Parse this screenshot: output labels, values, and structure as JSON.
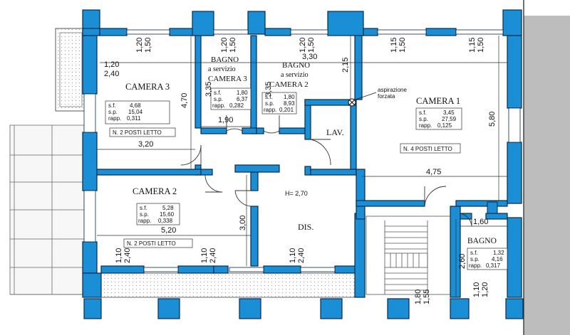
{
  "colors": {
    "wall": "#1a8fd6",
    "wall_stroke": "#0b2a4a",
    "neighbour": "#bdbdbd",
    "hatch": "#c8c8c8"
  },
  "rooms": {
    "camera3": {
      "name": "CAMERA 3",
      "sf_label": "s.f.",
      "sf": "4,68",
      "sp_label": "s.p.",
      "sp": "15,04",
      "rapp_label": "rapp.",
      "rapp": "0,311",
      "beds": "N. 2 POSTI LETTO"
    },
    "bagno3": {
      "name": "BAGNO",
      "sub": "a servizio",
      "of": "CAMERA 3",
      "sf_label": "s.f.",
      "sf": "1,80",
      "sp_label": "s.p.",
      "sp": "6,37",
      "rapp_label": "rapp.",
      "rapp": "0,282"
    },
    "bagno2": {
      "name": "BAGNO",
      "sub": "a servizio",
      "of": "CAMERA 2",
      "sf_label": "s.f.",
      "sf": "1,80",
      "sp_label": "s.p.",
      "sp": "8,93",
      "rapp_label": "rapp.",
      "rapp": "0,201"
    },
    "camera1": {
      "name": "CAMERA 1",
      "sf_label": "s.f.",
      "sf": "3,45",
      "sp_label": "s.p.",
      "sp": "27,59",
      "rapp_label": "rapp.",
      "rapp": "0,125",
      "beds": "N. 4 POSTI LETTO"
    },
    "camera2": {
      "name": "CAMERA 2",
      "sf_label": "s.f.",
      "sf": "5,28",
      "sp_label": "s.p.",
      "sp": "15,60",
      "rapp_label": "rapp.",
      "rapp": "0,338",
      "beds": "N. 2 POSTI LETTO"
    },
    "bagno": {
      "name": "BAGNO",
      "sf_label": "s.f.",
      "sf": "1,32",
      "sp_label": "s.p.",
      "sp": "4,16",
      "rapp_label": "rapp.",
      "rapp": "0,317"
    },
    "lav": "LAV.",
    "dis": "DIS.",
    "height": "H= 2,70",
    "aspirazione": "aspirazione",
    "forzata": "forzata"
  },
  "dimensions": {
    "d_120_150_a": [
      "1,20",
      "1,50"
    ],
    "d_120_150_b": [
      "1,20",
      "1,50"
    ],
    "d_120_150_c": [
      "1,20",
      "1,50"
    ],
    "d_115_150_a": [
      "1,15",
      "1,50"
    ],
    "d_115_150_b": [
      "1,15",
      "1,50"
    ],
    "balcony": [
      "1,20",
      "2,40"
    ],
    "d_330": "3,30",
    "d_335_a": "3,35",
    "d_335_b": "3,35",
    "d_215": "2,15",
    "d_470": "4,70",
    "d_580": "5,80",
    "d_190": "1,90",
    "d_320": "3,20",
    "d_475": "4,75",
    "d_160": "1,60",
    "d_520": "5,20",
    "d_300": "3,00",
    "d_260": "2,60",
    "win_a": [
      "1,10",
      "2,40"
    ],
    "win_b": [
      "1,10",
      "2,40"
    ],
    "win_c": [
      "1,10",
      "2,40"
    ],
    "win_d": [
      "1,80",
      "1,55"
    ],
    "win_e": [
      "1,10",
      "1,20"
    ]
  }
}
